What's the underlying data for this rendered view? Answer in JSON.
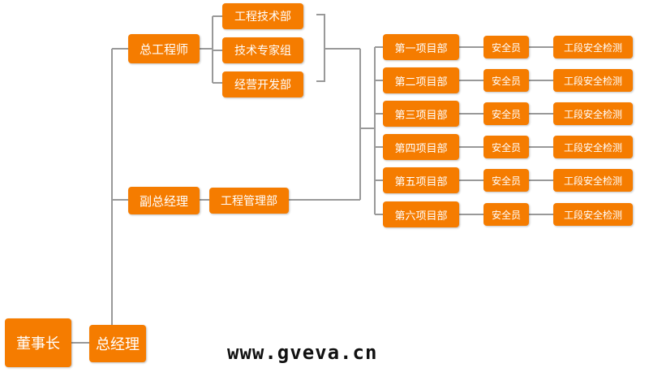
{
  "colors": {
    "box": "#f57c00",
    "line": "#999999",
    "text": "#ffffff"
  },
  "nodes": {
    "chairman": "董事长",
    "general_manager": "总经理",
    "chief_engineer": "总工程师",
    "deputy_gm": "副总经理",
    "eng_tech_dept": "工程技术部",
    "tech_expert_group": "技术专家组",
    "biz_dev_dept": "经营开发部",
    "eng_mgmt_dept": "工程管理部",
    "projects": [
      {
        "name": "第一项目部",
        "officer": "安全员",
        "check": "工段安全检测"
      },
      {
        "name": "第二项目部",
        "officer": "安全员",
        "check": "工段安全检测"
      },
      {
        "name": "第三项目部",
        "officer": "安全员",
        "check": "工段安全检测"
      },
      {
        "name": "第四项目部",
        "officer": "安全员",
        "check": "工段安全检测"
      },
      {
        "name": "第五项目部",
        "officer": "安全员",
        "check": "工段安全检测"
      },
      {
        "name": "第六项目部",
        "officer": "安全员",
        "check": "工段安全检测"
      }
    ]
  },
  "watermark": "www.gveva.cn"
}
